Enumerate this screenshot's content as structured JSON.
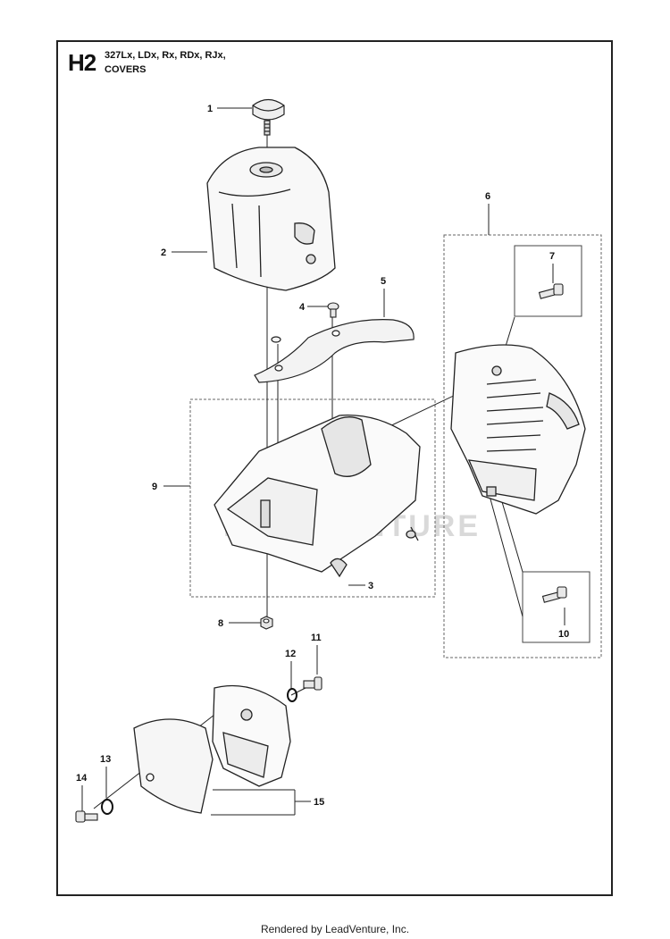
{
  "header": {
    "code": "H2",
    "models": "327Lx, LDx, Rx, RDx, RJx,",
    "title": "COVERS"
  },
  "callouts": [
    "1",
    "2",
    "3",
    "4",
    "5",
    "6",
    "7",
    "8",
    "9",
    "10",
    "11",
    "12",
    "13",
    "14",
    "15"
  ],
  "watermark": "LEADVENTURE",
  "footer": "Rendered by LeadVenture, Inc."
}
